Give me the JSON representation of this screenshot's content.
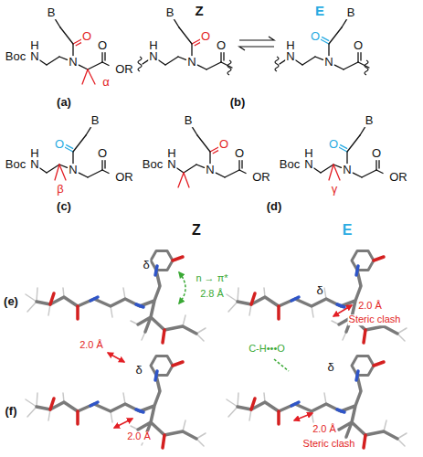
{
  "diagram": {
    "labels": [
      "B",
      "O",
      "Boc",
      "H",
      "N",
      "N",
      "α",
      "O",
      "OR",
      "(a)",
      "Z",
      "E",
      "B",
      "O",
      "H",
      "N",
      "N",
      "O",
      "B",
      "O",
      "H",
      "N",
      "N",
      "O",
      "(b)",
      "B",
      "O",
      "Boc",
      "H",
      "N",
      "β",
      "N",
      "O",
      "OR",
      "(c)",
      "B",
      "O",
      "Boc",
      "H",
      "N",
      "N",
      "O",
      "OR",
      "B",
      "O",
      "Boc",
      "H",
      "N",
      "γ",
      "N",
      "O",
      "OR",
      "(d)",
      "Z",
      "E",
      "δ",
      "n → π*",
      "2.8 Å",
      "δ",
      "2.0 Å",
      "Steric clash",
      "(e)",
      "2.0 Å",
      "δ",
      "2.0 Å",
      "C-H•••O",
      "δ",
      "2.0 Å",
      "Steric clash",
      "(f)"
    ]
  }
}
